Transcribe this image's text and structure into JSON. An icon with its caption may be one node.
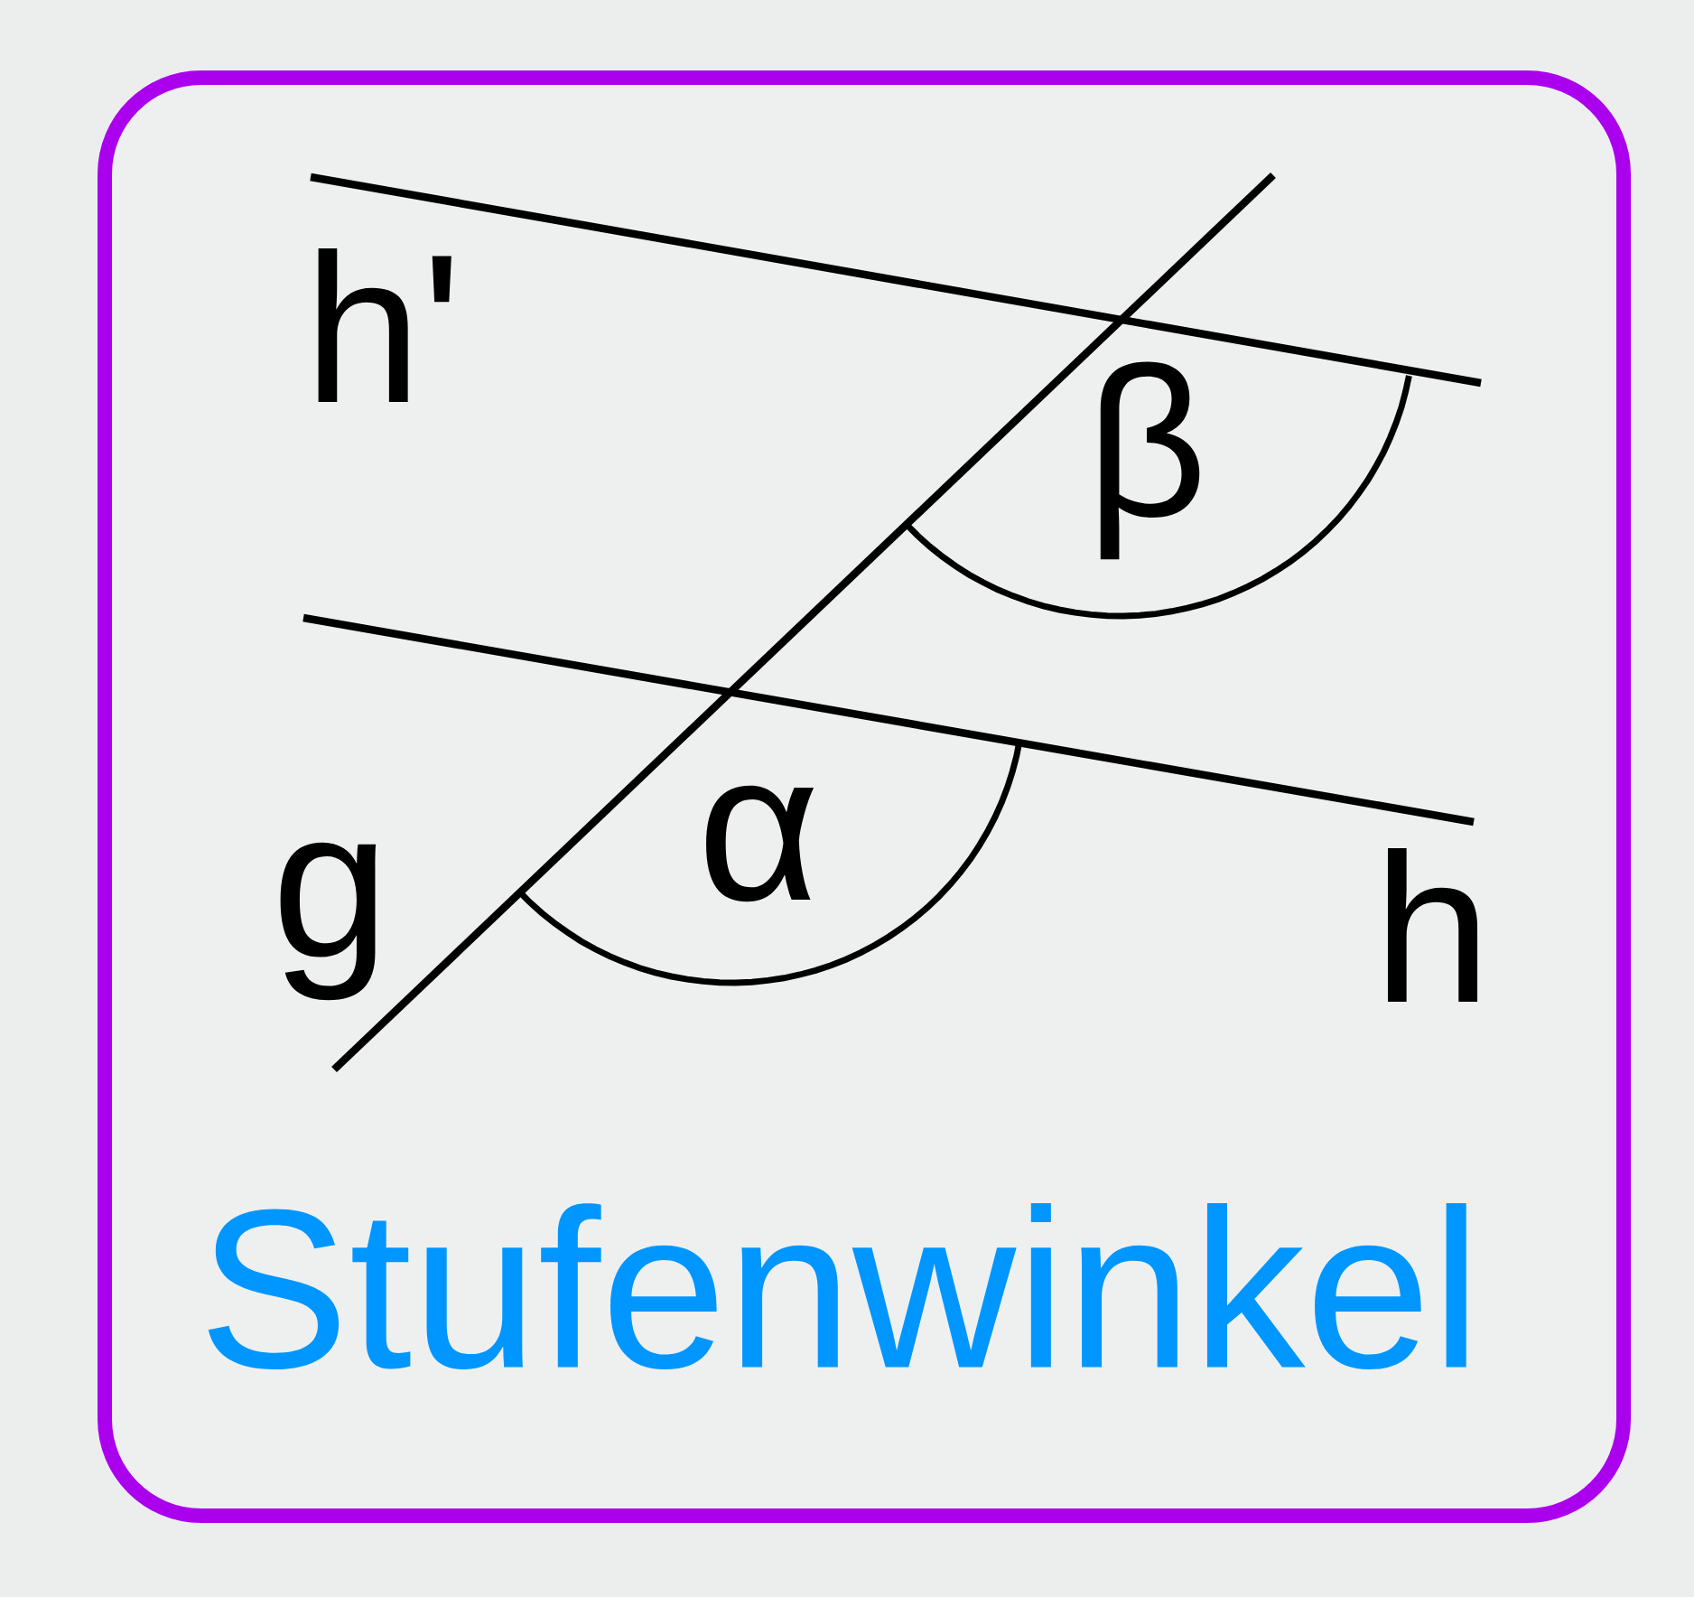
{
  "diagram": {
    "title": "Stufenwinkel",
    "labels": [
      "h'",
      "β",
      "α",
      "g",
      "h"
    ]
  }
}
